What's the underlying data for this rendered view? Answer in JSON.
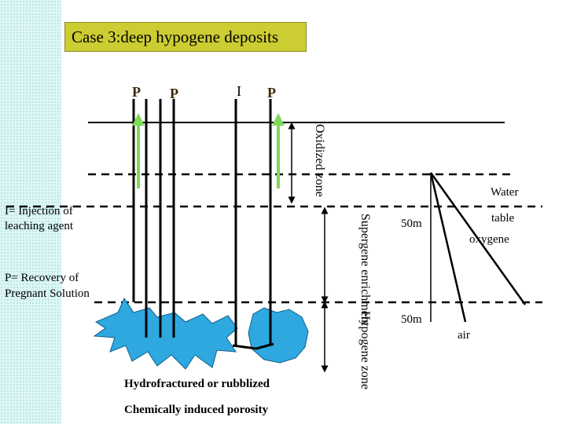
{
  "title": "Case 3:deep hypogene deposits",
  "wells": {
    "p1": "P",
    "p2": "P",
    "i": "I",
    "p3": "P"
  },
  "legend": {
    "injection_line1": "I= Injection of",
    "injection_line2": "leaching agent",
    "recovery_line1": "P= Recovery of",
    "recovery_line2": "Pregnant Solution"
  },
  "zones": {
    "oxidized": "Oxidized zone",
    "supergene": "Supergene enrichment",
    "hypogene": "Hypogene zone"
  },
  "right_labels": {
    "water": "Water",
    "table": "table",
    "oxygene": "oxygene",
    "depth1": "50m",
    "depth2": "50m",
    "air": "air"
  },
  "bottom": {
    "line1": "Hydrofractured or rubblized",
    "line2": "Chemically induced porosity"
  },
  "colors": {
    "title_bg": "#cccc33",
    "ore_body": "#2fa8e0",
    "arrow_green": "#7ed957"
  }
}
